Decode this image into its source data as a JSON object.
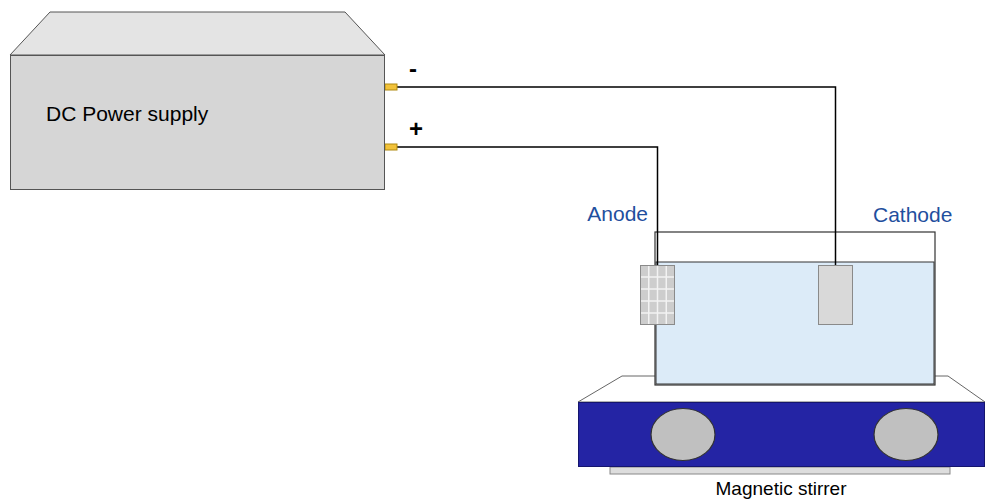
{
  "diagram": {
    "nodes": [
      {
        "text": [
          "DC Power supply"
        ]
      },
      {
        "text": [
          "Anode"
        ]
      },
      {
        "text": [
          "Cathode"
        ]
      },
      {
        "text": [
          "Magnetic stirrer"
        ]
      }
    ],
    "edges": [
      {
        "from": 0,
        "to": 1,
        "arrow": "none",
        "label": "+"
      },
      {
        "from": 0,
        "to": 2,
        "arrow": "none",
        "label": "-"
      }
    ]
  }
}
